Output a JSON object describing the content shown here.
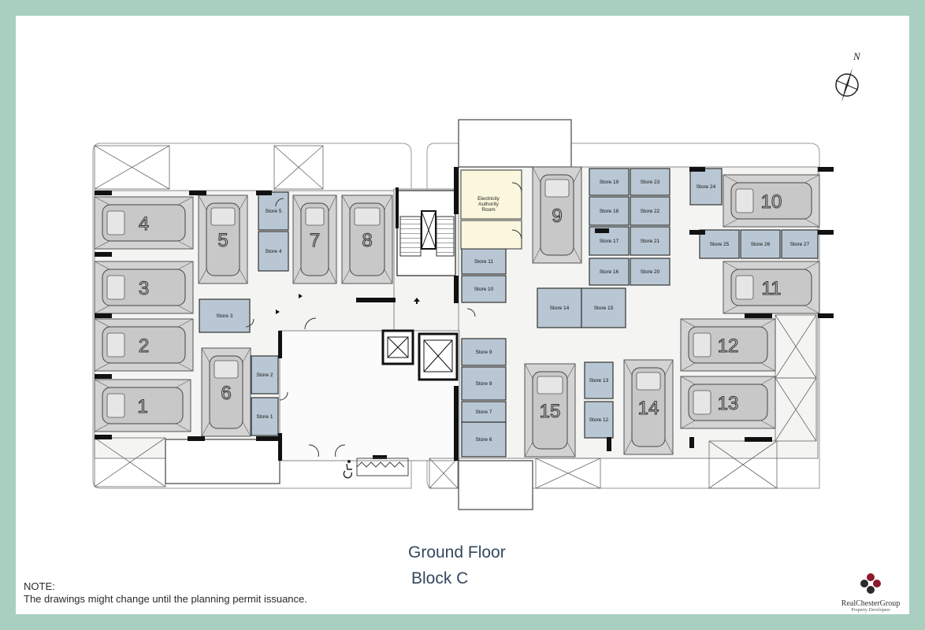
{
  "title": "Ground Floor",
  "block": "Block C",
  "note": {
    "heading": "NOTE:",
    "text": "The drawings might change until the planning permit issuance."
  },
  "compass": {
    "label": "N",
    "icon": "north-arrow-icon"
  },
  "logo": {
    "name": "RealChesterGroup",
    "tagline": "Property Developers",
    "colors": [
      "#8b1a2b",
      "#2b2b2b",
      "#8b1a2b",
      "#2b2b2b"
    ]
  },
  "colors": {
    "frame": "#a9cfc0",
    "wall": "#000000",
    "store_fill": "#b9c7d4",
    "parking_fill": "#d3d3d3",
    "floor_fill": "#f4f4f2",
    "authority_fill": "#fbf7dc",
    "heading_text": "#33485e"
  },
  "electricity_room": {
    "label": "Electricity Authority Room"
  },
  "parking_spaces": [
    "1",
    "2",
    "3",
    "4",
    "5",
    "6",
    "7",
    "8",
    "9",
    "10",
    "11",
    "12",
    "13",
    "14",
    "15"
  ],
  "stores": [
    "Store 1",
    "Store 2",
    "Store 3",
    "Store 4",
    "Store 5",
    "Store 6",
    "Store 7",
    "Store 8",
    "Store 9",
    "Store 10",
    "Store 11",
    "Store 12",
    "Store 13",
    "Store 14",
    "Store 15",
    "Store 16",
    "Store 17",
    "Store 18",
    "Store 19",
    "Store 20",
    "Store 21",
    "Store 22",
    "Store 23",
    "Store 24",
    "Store 25",
    "Store 26",
    "Store 27"
  ],
  "accessible_icon": "wheelchair-icon"
}
